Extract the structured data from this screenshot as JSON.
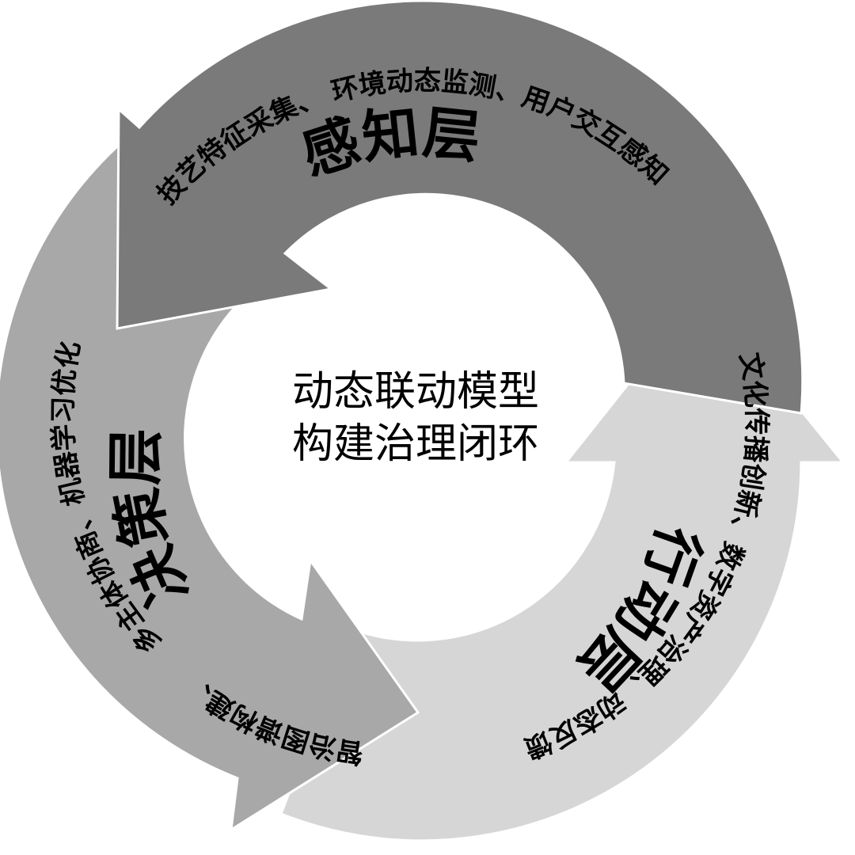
{
  "center": {
    "line1": "动态联动模型",
    "line2": "构建治理闭环"
  },
  "segments": [
    {
      "key": "perception",
      "title": "感知层",
      "description": "技艺特征采集、 环境动态监测、用户交互感知",
      "color": "#7a7a7a"
    },
    {
      "key": "action",
      "title": "行动层",
      "description": "文化传播创新、数字资产治理、动态反馈",
      "color": "#d6d6d6"
    },
    {
      "key": "decision",
      "title": "决策层",
      "description": "多主体协商、机器学习优化",
      "description2": "智治图谱构建、",
      "color": "#a8a8a8"
    }
  ]
}
